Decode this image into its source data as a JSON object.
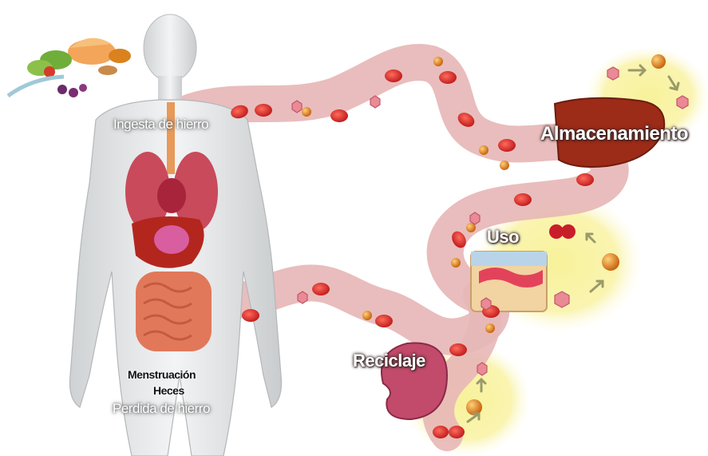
{
  "labels": {
    "intake": "Ingesta de hierro",
    "storage": "Almacenamiento",
    "use": "Uso",
    "recycling": "Reciclaje",
    "menstruation": "Menstruación",
    "feces": "Heces",
    "iron_loss": "Perdida de hierro"
  },
  "colors": {
    "pathway": "#e7b7b7",
    "red_blood_cell": "#d62a2a",
    "iron_particle": "#e07a1a",
    "hexagon": "#e98a95",
    "cycle_glow": "#f8f29a",
    "liver": "#9c2b18",
    "kidney": "#c24a6a"
  },
  "icons": [
    "human-body-icon",
    "vegetables-icon",
    "liver-icon",
    "kidney-icon",
    "bone-marrow-icon",
    "red-blood-cell-icon",
    "iron-particle-icon",
    "hexagon-molecule-icon",
    "arrow-icon"
  ]
}
